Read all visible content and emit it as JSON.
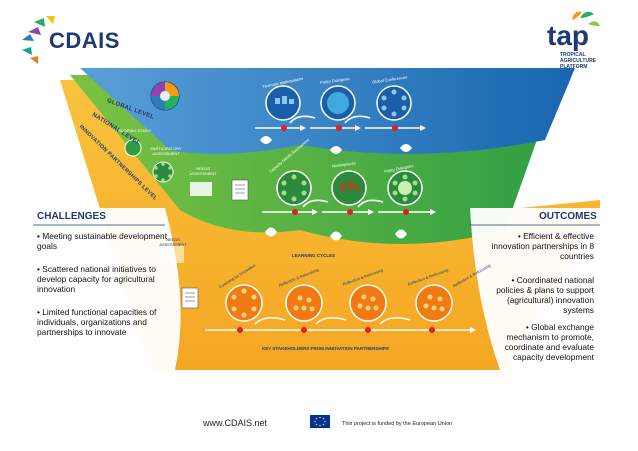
{
  "header": {
    "cdais_logo": "CDAIS",
    "tap_logo": "tap",
    "tap_subtitle": "TROPICAL AGRICULTURE PLATFORM"
  },
  "levels": {
    "global": "GLOBAL LEVEL",
    "national": "NATIONAL LEVEL",
    "innovation": "INNOVATION PARTNERSHIPS LEVEL"
  },
  "global_stage": {
    "scoping": "SCOPING STUDY",
    "steps": [
      "Thematic Marketplaces",
      "Policy Dialogues",
      "Global Conferences"
    ]
  },
  "national_stage": {
    "participatory": "PARTICIPATORY ASSESSMENT",
    "needs": "NEEDS ASSESSMENT",
    "steps": [
      "Capacity Needs Assessment",
      "Marketplaces",
      "Policy Dialogues"
    ]
  },
  "innovation_stage": {
    "needs": "NEEDS ASSESSMENT",
    "learning_cycles": "LEARNING CYCLES",
    "steps": [
      "Coaching for Innovation",
      "Reflection & Refocusing",
      "Reflection & Refocusing",
      "Reflection & Refocusing",
      "Reflection & Refocusing"
    ],
    "bottom_caption": "Key stakeholders from innovation partnerships"
  },
  "challenges": {
    "title": "CHALLENGES",
    "items": [
      "• Meeting sustainable development goals",
      "• Scattered national initiatives to develop capacity for agricultural innovation",
      "• Limited functional capacities of individuals, organizations and partnerships to innovate"
    ]
  },
  "outcomes": {
    "title": "OUTCOMES",
    "items": [
      "• Efficient & effective innovation partnerships in 8 countries",
      "• Coordinated national policies & plans to support (agricultural) innovation systems",
      "• Global exchange mechanism to promote, coordinate and evaluate capacity development"
    ]
  },
  "footer": {
    "url": "www.CDAIS.net",
    "funding": "This project is funded by the European Union"
  },
  "colors": {
    "global_band": "#1b75bb",
    "national_band": "#39b54a",
    "innovation_band": "#f7a823",
    "text_dark": "#1f3a6e",
    "marker_red": "#e02020"
  }
}
